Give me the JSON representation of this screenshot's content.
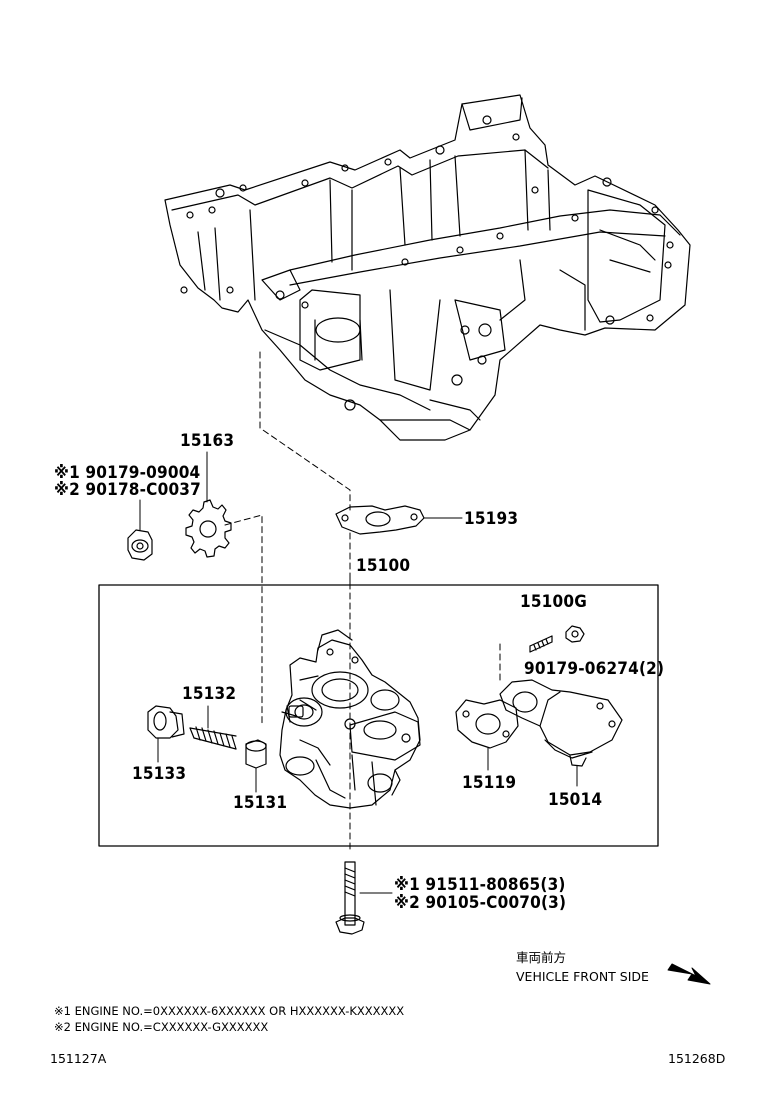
{
  "diagram": {
    "callouts": {
      "p15163": "15163",
      "p15193": "15193",
      "p15100": "15100",
      "p15100G": "15100G",
      "p90179_06274": "90179-06274(2)",
      "p15132": "15132",
      "p15133": "15133",
      "p15131": "15131",
      "p15119": "15119",
      "p15014": "15014",
      "nut_alt1": "※1 90179-09004",
      "nut_alt2": "※2 90178-C0037",
      "bolt_alt1": "※1 91511-80865(3)",
      "bolt_alt2": "※2 90105-C0070(3)"
    },
    "front": {
      "jp": "車両前方",
      "en": "VEHICLE FRONT SIDE",
      "arrow_icon": "arrow-down-right-icon"
    },
    "notes": {
      "n1": "※1 ENGINE NO.=0XXXXXX-6XXXXXX OR HXXXXXX-KXXXXXX",
      "n2": "※2 ENGINE NO.=CXXXXXX-GXXXXXX"
    },
    "codes": {
      "left": "151127A",
      "right": "151268D"
    }
  }
}
